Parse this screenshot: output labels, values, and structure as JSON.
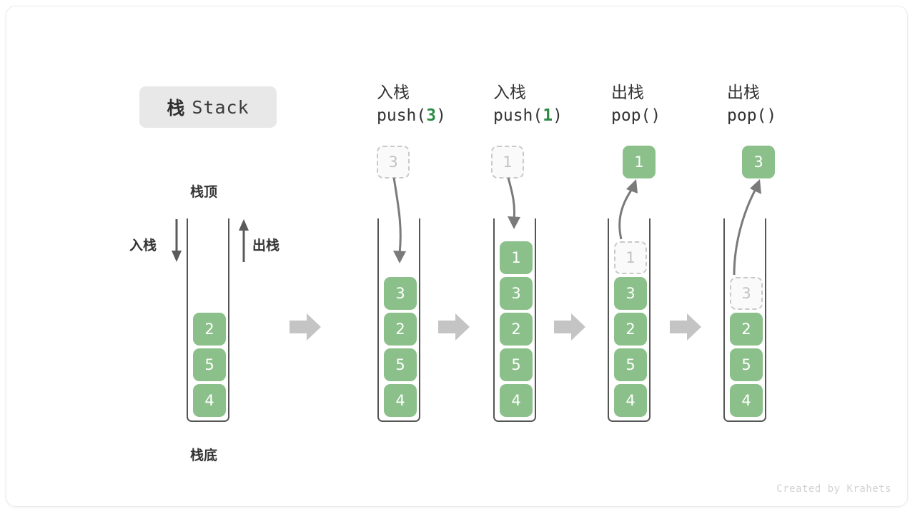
{
  "card": {
    "title_cn": "栈",
    "title_en": "Stack",
    "footer": "Created by Krahets",
    "colors": {
      "cell_fill": "#8bc08a",
      "cell_text": "#ffffff",
      "ghost_fill": "#fafafa",
      "ghost_border": "#c9c9c9",
      "ghost_text": "#c2c2c2",
      "container_border": "#555555",
      "accent_green": "#2e8b45",
      "block_arrow": "#c4c4c4",
      "chip_bg": "#e8e8e8"
    }
  },
  "legend": {
    "top_label": "栈顶",
    "bottom_label": "栈底",
    "push_label": "入栈",
    "pop_label": "出栈"
  },
  "stages": [
    {
      "id": "initial",
      "head_line1": "",
      "head_line2_pre": "",
      "head_line2_num": "",
      "head_line2_post": "",
      "cells": [
        {
          "value": "2",
          "state": "solid"
        },
        {
          "value": "5",
          "state": "solid"
        },
        {
          "value": "4",
          "state": "solid"
        }
      ],
      "floating": null,
      "arrow": "none"
    },
    {
      "id": "push-3",
      "head_line1": "入栈",
      "head_line2_pre": "push(",
      "head_line2_num": "3",
      "head_line2_post": ")",
      "cells": [
        {
          "value": "3",
          "state": "solid"
        },
        {
          "value": "2",
          "state": "solid"
        },
        {
          "value": "5",
          "state": "solid"
        },
        {
          "value": "4",
          "state": "solid"
        }
      ],
      "floating": {
        "value": "3",
        "state": "ghost"
      },
      "arrow": "down"
    },
    {
      "id": "push-1",
      "head_line1": "入栈",
      "head_line2_pre": "push(",
      "head_line2_num": "1",
      "head_line2_post": ")",
      "cells": [
        {
          "value": "1",
          "state": "solid"
        },
        {
          "value": "3",
          "state": "solid"
        },
        {
          "value": "2",
          "state": "solid"
        },
        {
          "value": "5",
          "state": "solid"
        },
        {
          "value": "4",
          "state": "solid"
        }
      ],
      "floating": {
        "value": "1",
        "state": "ghost"
      },
      "arrow": "down"
    },
    {
      "id": "pop-1",
      "head_line1": "出栈",
      "head_line2_pre": "pop(",
      "head_line2_num": "",
      "head_line2_post": ")",
      "cells": [
        {
          "value": "1",
          "state": "ghost"
        },
        {
          "value": "3",
          "state": "solid"
        },
        {
          "value": "2",
          "state": "solid"
        },
        {
          "value": "5",
          "state": "solid"
        },
        {
          "value": "4",
          "state": "solid"
        }
      ],
      "floating": {
        "value": "1",
        "state": "solid"
      },
      "arrow": "up"
    },
    {
      "id": "pop-3",
      "head_line1": "出栈",
      "head_line2_pre": "pop(",
      "head_line2_num": "",
      "head_line2_post": ")",
      "cells": [
        {
          "value": "3",
          "state": "ghost"
        },
        {
          "value": "2",
          "state": "solid"
        },
        {
          "value": "5",
          "state": "solid"
        },
        {
          "value": "4",
          "state": "solid"
        }
      ],
      "floating": {
        "value": "3",
        "state": "solid"
      },
      "arrow": "up"
    }
  ],
  "separators": [
    "block-arrow-right",
    "block-arrow-right",
    "block-arrow-right",
    "block-arrow-right"
  ]
}
